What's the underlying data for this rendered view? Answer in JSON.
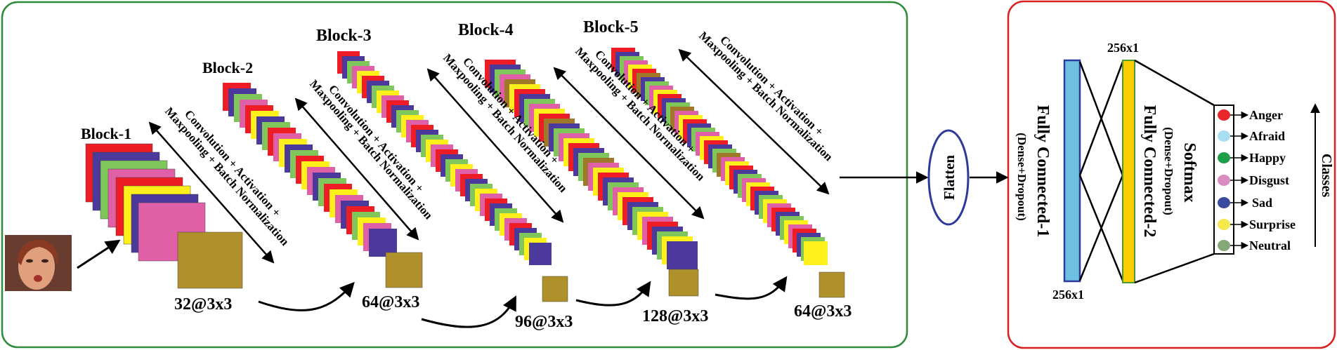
{
  "blocks": [
    {
      "title": "Block-1",
      "shape": "32@3x3",
      "ops": [
        "Convolution + Activation +",
        "Maxpooling + Batch Normalization"
      ]
    },
    {
      "title": "Block-2",
      "shape": "64@3x3",
      "ops": [
        "Convolution + Activation +",
        "Maxpooling + Batch Normalization"
      ]
    },
    {
      "title": "Block-3",
      "shape": "96@3x3",
      "ops": [
        "Convolution + Activation +",
        "Maxpooling + Batch Normalization"
      ]
    },
    {
      "title": "Block-4",
      "shape": "128@3x3",
      "ops": [
        "Convolution + Activation +",
        "Maxpooling + Batch Normalization"
      ]
    },
    {
      "title": "Block-5",
      "shape": "64@3x3",
      "ops": [
        "Convolution + Activation +",
        "Maxpooling + Batch Normalization"
      ]
    }
  ],
  "flatten_label": "Flatten",
  "fc1": {
    "title": "Fully Connected-1",
    "sub": "(Dense+Dropout)",
    "size": "256x1"
  },
  "fc2": {
    "title": "Fully Connected-2",
    "sub": "(Dense+Dropout)",
    "size": "256x1"
  },
  "softmax_label": "Softmax",
  "classes_label": "Classes",
  "classes": [
    {
      "name": "Anger",
      "color": "#e8262c"
    },
    {
      "name": "Afraid",
      "color": "#a8dff0"
    },
    {
      "name": "Happy",
      "color": "#1f9e4a"
    },
    {
      "name": "Disgust",
      "color": "#d98cc0"
    },
    {
      "name": "Sad",
      "color": "#3a4aa0"
    },
    {
      "name": "Surprise",
      "color": "#f5e84a"
    },
    {
      "name": "Neutral",
      "color": "#86a878"
    }
  ],
  "palette": [
    "#ee1c24",
    "#4b3a9b",
    "#7fc75a",
    "#e060a8",
    "#ffef1a",
    "#a0782a"
  ],
  "colors": {
    "feature_border": "#2e8b3a",
    "classifier_border": "#d92020",
    "fc1": "#6ec0e0",
    "fc2": "#ffcc00",
    "last_map": "#b0902a"
  }
}
